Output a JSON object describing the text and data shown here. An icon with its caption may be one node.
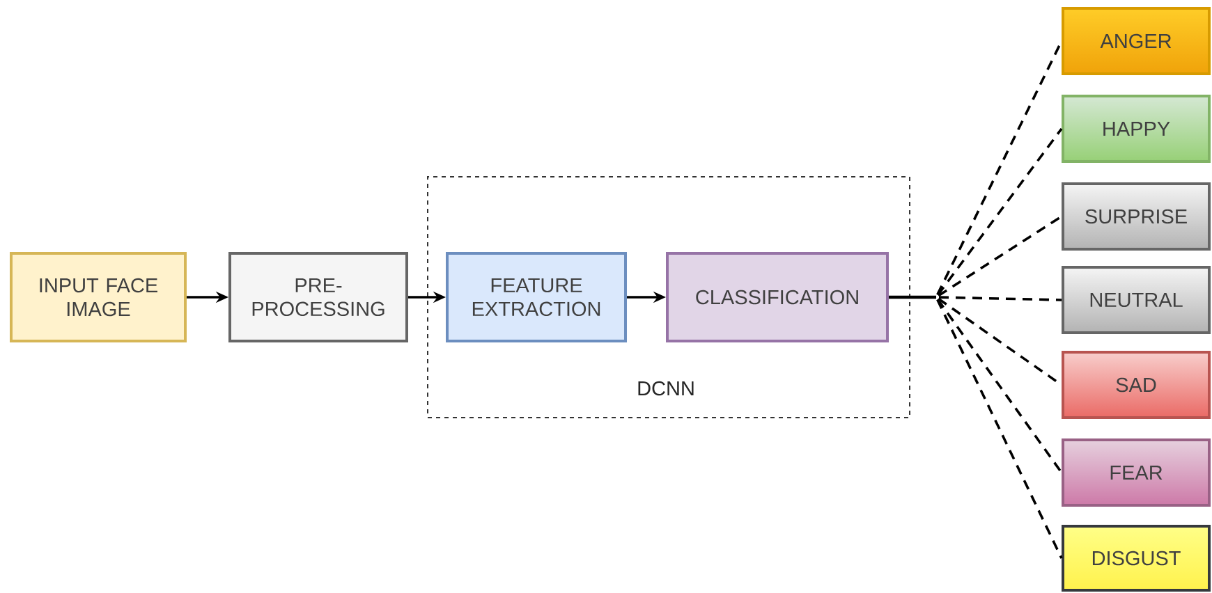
{
  "diagram": {
    "nodes": [
      {
        "text": [
          "INPUT FACE IMAGE"
        ]
      },
      {
        "text": [
          "PRE-PROCESSING"
        ]
      },
      {
        "text": [
          "DCNN"
        ]
      },
      {
        "text": [
          "FEATURE EXTRACTION"
        ],
        "in": 2
      },
      {
        "text": [
          "CLASSIFICATION"
        ],
        "in": 2
      },
      {
        "text": [
          "ANGER"
        ]
      },
      {
        "text": [
          "HAPPY"
        ]
      },
      {
        "text": [
          "SURPRISE"
        ]
      },
      {
        "text": [
          "NEUTRAL"
        ]
      },
      {
        "text": [
          "SAD"
        ]
      },
      {
        "text": [
          "FEAR"
        ]
      },
      {
        "text": [
          "DISGUST"
        ]
      }
    ],
    "edges": [
      {
        "from": 0,
        "to": 1,
        "arrow": "to"
      },
      {
        "from": 1,
        "to": 3,
        "arrow": "to"
      },
      {
        "from": 3,
        "to": 4,
        "arrow": "to"
      },
      {
        "from": 4,
        "to": 5,
        "arrow": "none",
        "style": "dashed"
      },
      {
        "from": 4,
        "to": 6,
        "arrow": "none",
        "style": "dashed"
      },
      {
        "from": 4,
        "to": 7,
        "arrow": "none",
        "style": "dashed"
      },
      {
        "from": 4,
        "to": 8,
        "arrow": "none",
        "style": "dashed"
      },
      {
        "from": 4,
        "to": 9,
        "arrow": "none",
        "style": "dashed"
      },
      {
        "from": 4,
        "to": 10,
        "arrow": "none",
        "style": "dashed"
      },
      {
        "from": 4,
        "to": 11,
        "arrow": "none",
        "style": "dashed"
      }
    ]
  }
}
